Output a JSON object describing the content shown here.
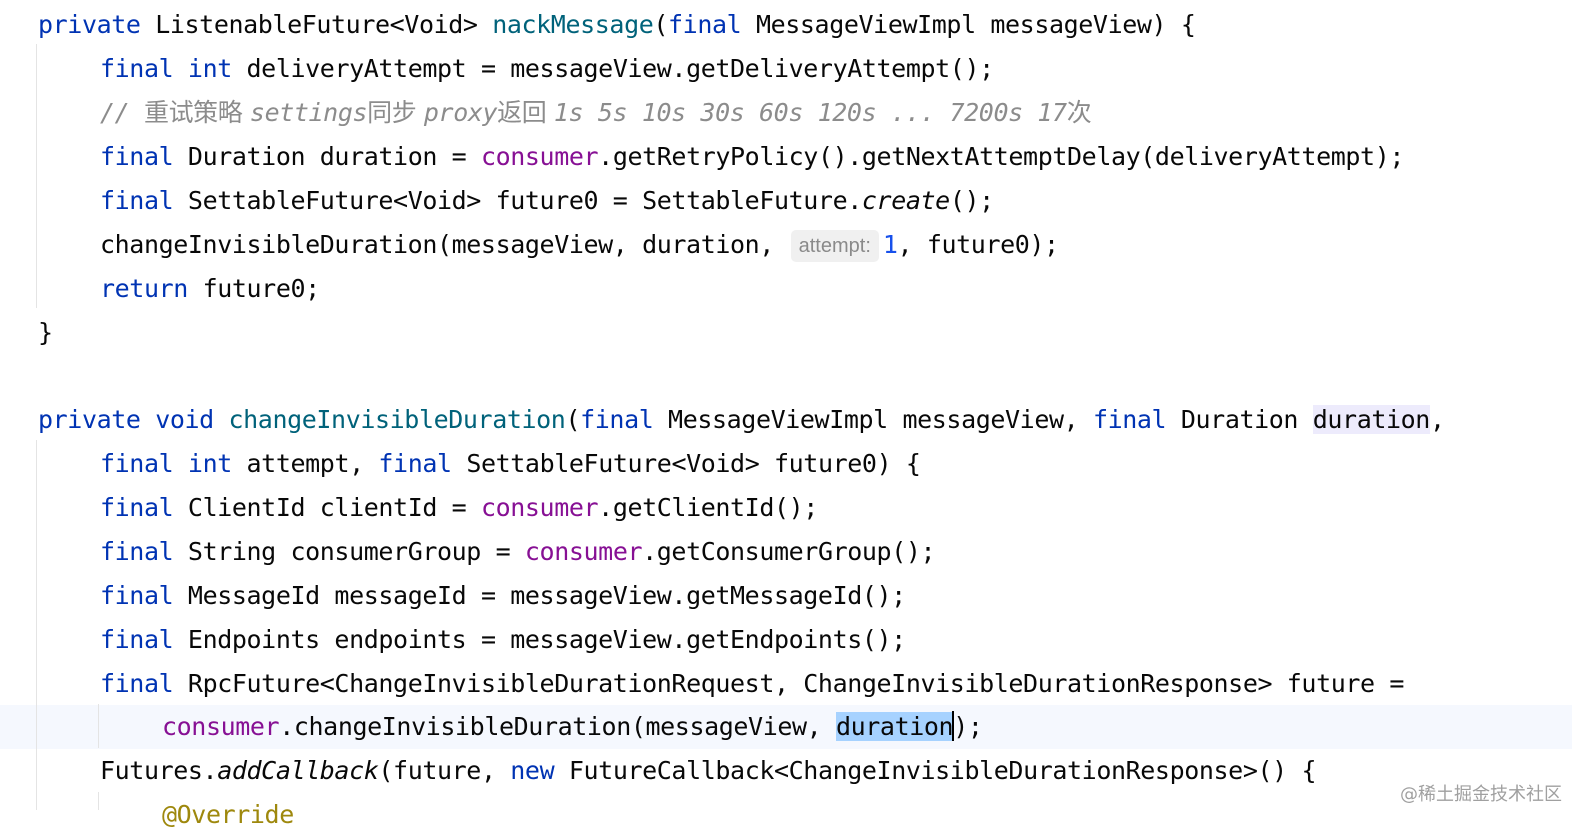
{
  "editor": {
    "lines": [
      {
        "tokens": [
          {
            "t": "private ",
            "c": "kw"
          },
          {
            "t": "ListenableFuture<Void> "
          },
          {
            "t": "nackMessage",
            "c": "fn"
          },
          {
            "t": "("
          },
          {
            "t": "final ",
            "c": "kw"
          },
          {
            "t": "MessageViewImpl messageView) {"
          }
        ]
      },
      {
        "tokens": [
          {
            "t": "final ",
            "c": "kw"
          },
          {
            "t": "int ",
            "c": "kw"
          },
          {
            "t": "deliveryAttempt = messageView.getDeliveryAttempt();"
          }
        ]
      },
      {
        "tokens": [
          {
            "t": "// ",
            "c": "cmt"
          },
          {
            "t": "重试策略 ",
            "c": "cmt cjk"
          },
          {
            "t": "settings",
            "c": "cmt"
          },
          {
            "t": "同步 ",
            "c": "cmt cjk"
          },
          {
            "t": "proxy",
            "c": "cmt"
          },
          {
            "t": "返回 ",
            "c": "cmt cjk"
          },
          {
            "t": "1s 5s 10s 30s 60s 120s ... 7200s 17",
            "c": "cmt"
          },
          {
            "t": "次",
            "c": "cmt cjk"
          }
        ]
      },
      {
        "tokens": [
          {
            "t": "final ",
            "c": "kw"
          },
          {
            "t": "Duration duration = "
          },
          {
            "t": "consumer",
            "c": "fld"
          },
          {
            "t": ".getRetryPolicy().getNextAttemptDelay(deliveryAttempt);"
          }
        ]
      },
      {
        "tokens": [
          {
            "t": "final ",
            "c": "kw"
          },
          {
            "t": "SettableFuture<Void> future0 = SettableFuture."
          },
          {
            "t": "create",
            "c": "it"
          },
          {
            "t": "();"
          }
        ]
      },
      {
        "tokens": [
          {
            "t": "changeInvisibleDuration(messageView, duration, "
          },
          {
            "t": "attempt:",
            "c": "hint"
          },
          {
            "t": "1",
            "c": "num"
          },
          {
            "t": ", future0);"
          }
        ]
      },
      {
        "tokens": [
          {
            "t": "return ",
            "c": "kw"
          },
          {
            "t": "future0;"
          }
        ]
      },
      {
        "tokens": [
          {
            "t": "}"
          }
        ]
      },
      {
        "tokens": []
      },
      {
        "tokens": [
          {
            "t": "private ",
            "c": "kw"
          },
          {
            "t": "void ",
            "c": "kw"
          },
          {
            "t": "changeInvisibleDuration",
            "c": "fn"
          },
          {
            "t": "("
          },
          {
            "t": "final ",
            "c": "kw"
          },
          {
            "t": "MessageViewImpl messageView, "
          },
          {
            "t": "final ",
            "c": "kw"
          },
          {
            "t": "Duration "
          },
          {
            "t": "duration",
            "c": "hl-soft"
          },
          {
            "t": ","
          }
        ]
      },
      {
        "tokens": [
          {
            "t": "final ",
            "c": "kw"
          },
          {
            "t": "int ",
            "c": "kw"
          },
          {
            "t": "attempt, "
          },
          {
            "t": "final ",
            "c": "kw"
          },
          {
            "t": "SettableFuture<Void> future0) {"
          }
        ]
      },
      {
        "tokens": [
          {
            "t": "final ",
            "c": "kw"
          },
          {
            "t": "ClientId clientId = "
          },
          {
            "t": "consumer",
            "c": "fld"
          },
          {
            "t": ".getClientId();"
          }
        ]
      },
      {
        "tokens": [
          {
            "t": "final ",
            "c": "kw"
          },
          {
            "t": "String consumerGroup = "
          },
          {
            "t": "consumer",
            "c": "fld"
          },
          {
            "t": ".getConsumerGroup();"
          }
        ]
      },
      {
        "tokens": [
          {
            "t": "final ",
            "c": "kw"
          },
          {
            "t": "MessageId messageId = messageView.getMessageId();"
          }
        ]
      },
      {
        "tokens": [
          {
            "t": "final ",
            "c": "kw"
          },
          {
            "t": "Endpoints endpoints = messageView.getEndpoints();"
          }
        ]
      },
      {
        "tokens": [
          {
            "t": "final ",
            "c": "kw"
          },
          {
            "t": "RpcFuture<ChangeInvisibleDurationRequest, ChangeInvisibleDurationResponse> future ="
          }
        ]
      },
      {
        "tokens": [
          {
            "t": "consumer",
            "c": "fld"
          },
          {
            "t": ".changeInvisibleDuration(messageView, "
          },
          {
            "t": "duration",
            "c": "hl-sel"
          },
          {
            "t": "",
            "c": "caret"
          },
          {
            "t": ");"
          }
        ]
      },
      {
        "tokens": [
          {
            "t": "Futures."
          },
          {
            "t": "addCallback",
            "c": "it"
          },
          {
            "t": "(future, "
          },
          {
            "t": "new ",
            "c": "kw"
          },
          {
            "t": "FutureCallback<ChangeInvisibleDurationResponse>() {"
          }
        ]
      },
      {
        "tokens": [
          {
            "t": "@Override",
            "c": "ann"
          }
        ]
      }
    ]
  },
  "watermark": "@稀土掘金技术社区"
}
